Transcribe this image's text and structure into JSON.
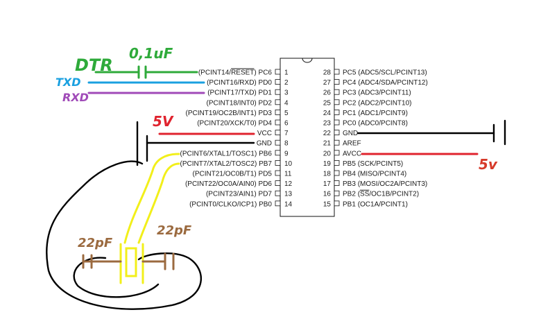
{
  "chip": {
    "left_pins": [
      {
        "num": "1",
        "name": "PC6",
        "func": "(PCINT14/",
        "func_over": "RESET",
        "func_tail": ")"
      },
      {
        "num": "2",
        "name": "PD0",
        "func": "(PCINT16/RXD)"
      },
      {
        "num": "3",
        "name": "PD1",
        "func": "(PCINT17/TXD)"
      },
      {
        "num": "4",
        "name": "PD2",
        "func": "(PCINT18/INT0)"
      },
      {
        "num": "5",
        "name": "PD3",
        "func": "(PCINT19/OC2B/INT1)"
      },
      {
        "num": "6",
        "name": "PD4",
        "func": "(PCINT20/XCK/T0)"
      },
      {
        "num": "7",
        "name": "VCC",
        "func": ""
      },
      {
        "num": "8",
        "name": "GND",
        "func": ""
      },
      {
        "num": "9",
        "name": "PB6",
        "func": "(PCINT6/XTAL1/TOSC1)"
      },
      {
        "num": "10",
        "name": "PB7",
        "func": "(PCINT7/XTAL2/TOSC2)"
      },
      {
        "num": "11",
        "name": "PD5",
        "func": "(PCINT21/OC0B/T1)"
      },
      {
        "num": "12",
        "name": "PD6",
        "func": "(PCINT22/OC0A/AIN0)"
      },
      {
        "num": "13",
        "name": "PD7",
        "func": "(PCINT23/AIN1)"
      },
      {
        "num": "14",
        "name": "PB0",
        "func": "(PCINT0/CLKO/ICP1)"
      }
    ],
    "right_pins": [
      {
        "num": "28",
        "name": "PC5",
        "func": "(ADC5/SCL/PCINT13)"
      },
      {
        "num": "27",
        "name": "PC4",
        "func": "(ADC4/SDA/PCINT12)"
      },
      {
        "num": "26",
        "name": "PC3",
        "func": "(ADC3/PCINT11)"
      },
      {
        "num": "25",
        "name": "PC2",
        "func": "(ADC2/PCINT10)"
      },
      {
        "num": "24",
        "name": "PC1",
        "func": "(ADC1/PCINT9)"
      },
      {
        "num": "23",
        "name": "PC0",
        "func": "(ADC0/PCINT8)"
      },
      {
        "num": "22",
        "name": "GND",
        "func": ""
      },
      {
        "num": "21",
        "name": "AREF",
        "func": ""
      },
      {
        "num": "20",
        "name": "AVCC",
        "func": ""
      },
      {
        "num": "19",
        "name": "PB5",
        "func": "(SCK/PCINT5)"
      },
      {
        "num": "18",
        "name": "PB4",
        "func": "(MISO/PCINT4)"
      },
      {
        "num": "17",
        "name": "PB3",
        "func": "(MOSI/OC2A/PCINT3)"
      },
      {
        "num": "16",
        "name": "PB2",
        "func": "(",
        "func_over": "SS",
        "func_tail": "/OC1B/PCINT2)"
      },
      {
        "num": "15",
        "name": "PB1",
        "func": "(OC1A/PCINT1)"
      }
    ]
  },
  "annotations": {
    "dtr": "DTR",
    "cap_value": "0,1uF",
    "txd": "TXD",
    "rxd": "RXD",
    "vcc_5v": "5V",
    "avcc_5v": "5v",
    "cap_22pf_left": "22pF",
    "cap_22pf_right": "22pF"
  },
  "colors": {
    "green": "#2eaa3a",
    "blue": "#1aa0e0",
    "purple": "#a04ab8",
    "red": "#e0232e",
    "red_dark": "#d63a2a",
    "yellow": "#f2ef1a",
    "brown": "#9b6a3f",
    "black": "#000000"
  }
}
